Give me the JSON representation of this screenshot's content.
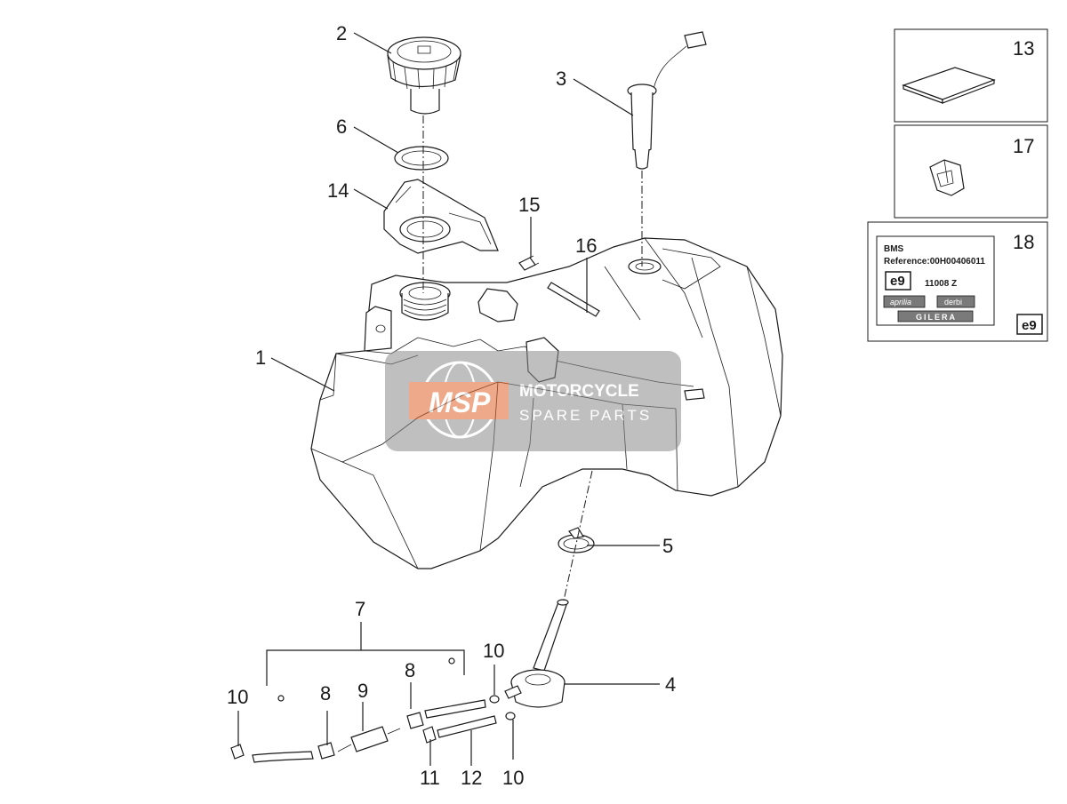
{
  "callouts": {
    "n1": "1",
    "n2": "2",
    "n3": "3",
    "n4": "4",
    "n5": "5",
    "n6": "6",
    "n7": "7",
    "n8a": "8",
    "n8b": "8",
    "n9": "9",
    "n10a": "10",
    "n10b": "10",
    "n10c": "10",
    "n11": "11",
    "n12": "12",
    "n13": "13",
    "n14": "14",
    "n15": "15",
    "n16": "16",
    "n17": "17",
    "n18": "18"
  },
  "label_card": {
    "title": "BMS",
    "reference": "Reference:00H00406011",
    "homologation_mark": "e9",
    "homologation_code": "11008 Z",
    "brands": [
      "aprilia",
      "derbi",
      "GILERA"
    ]
  },
  "watermark": {
    "logo": "MSP",
    "line1": "MOTORCYCLE",
    "line2": "SPARE PARTS"
  },
  "colors": {
    "ink": "#1a1a1a",
    "watermark_gray": "#8c8c8c",
    "watermark_orange": "#e0642a"
  }
}
